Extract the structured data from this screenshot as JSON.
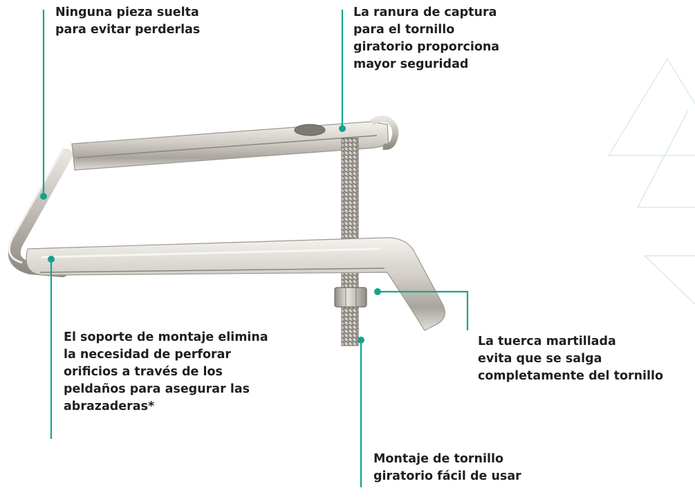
{
  "callouts": {
    "loose_parts": "Ninguna pieza suelta\npara evitar perderlas",
    "capture_slot": "La ranura de captura\npara el tornillo\ngiratorio proporciona\nmayor seguridad",
    "mounting_bracket": "El soporte de montaje elimina\nla necesidad de perforar\norificios a través de los\npeldaños para asegurar las\nabrazaderas*",
    "hammered_nut": "La tuerca martillada\nevita que se salga\ncompletamente del tornillo",
    "swivel_screw": "Montaje de tornillo\ngiratorio fácil de usar"
  },
  "colors": {
    "leader": "#15a38c",
    "text": "#1f1f1f",
    "metal_light": "#e9e6e0",
    "metal_dark": "#8f8b84"
  },
  "illustration": {
    "subject": "stainless-steel-clamp-illustration"
  }
}
